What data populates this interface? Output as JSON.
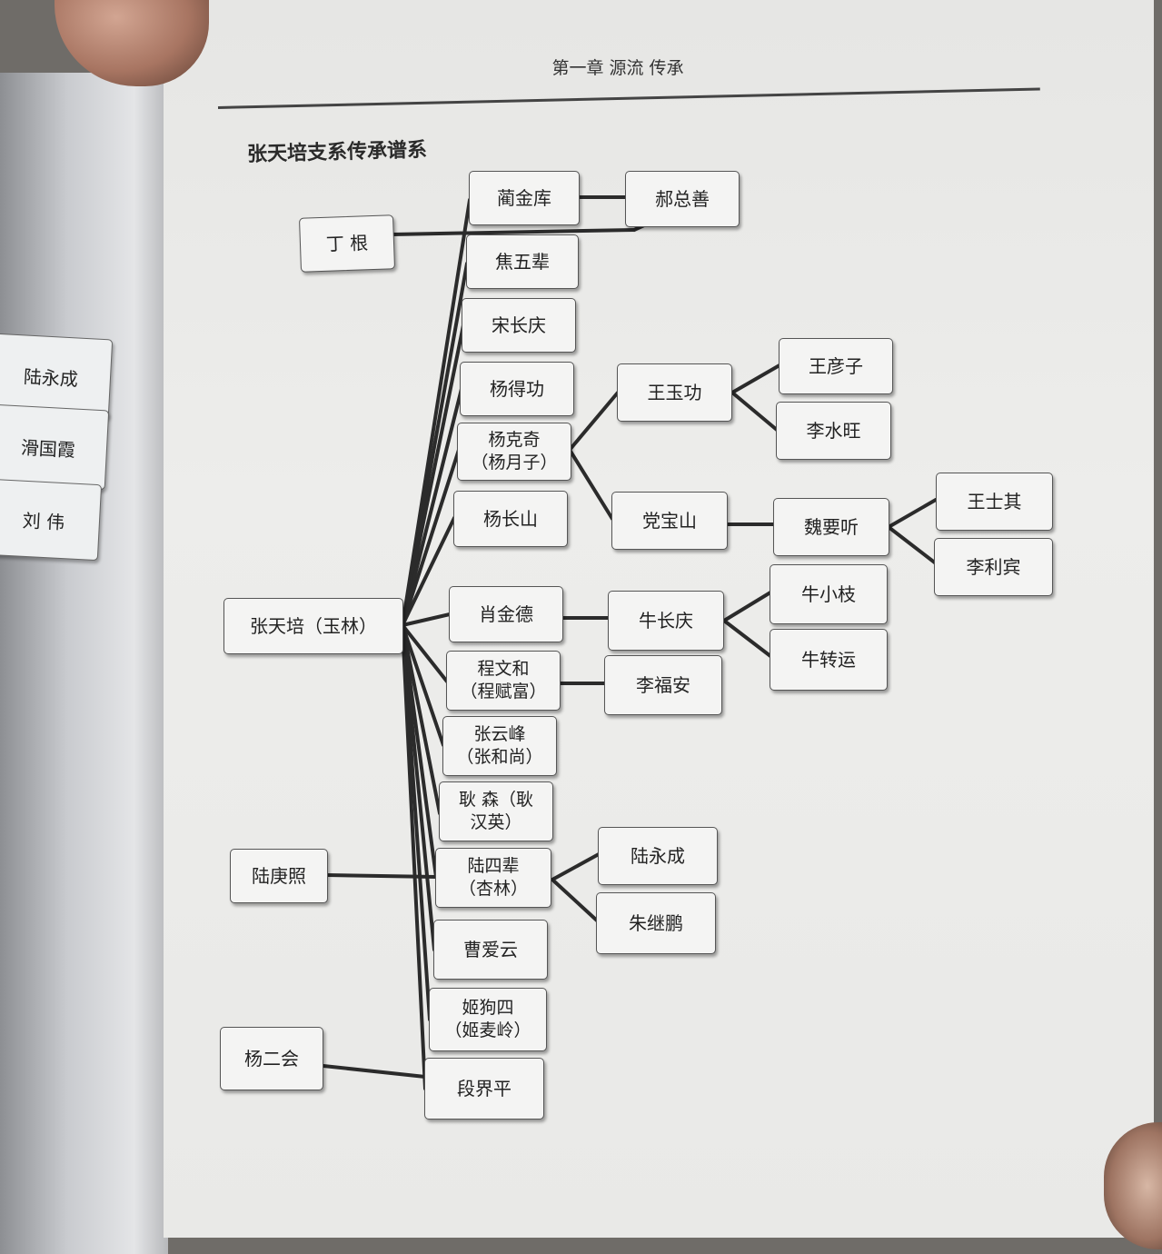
{
  "header": "第一章  源流  传承",
  "title": "张天培支系传承谱系",
  "side_names": [
    "陆永成",
    "滑国霞",
    "刘 伟"
  ],
  "nodes": {
    "n_root": "张天培（玉林）",
    "n_dinggen": "丁 根",
    "n_lugengzhao": "陆庚照",
    "n_yangerhui": "杨二会",
    "n_linjinku": "蔺金库",
    "n_jiaowubei": "焦五辈",
    "n_songchangqing": "宋长庆",
    "n_yangdegong": "杨得功",
    "n_yangkeqi": "杨克奇\n（杨月子）",
    "n_yangchangshan": "杨长山",
    "n_xiaojinde": "肖金德",
    "n_chengwenhe": "程文和\n（程赋富）",
    "n_zhangyunfeng": "张云峰\n（张和尚）",
    "n_gengsen": "耿 森（耿\n汉英）",
    "n_lusibei": "陆四辈\n（杏林）",
    "n_caoaiyun": "曹爱云",
    "n_jigousi": "姬狗四\n（姬麦岭）",
    "n_duanjieping": "段界平",
    "n_haozongshan": "郝总善",
    "n_wangyugong": "王玉功",
    "n_dangbaoshan": "党宝山",
    "n_niuchangqing": "牛长庆",
    "n_lifuan": "李福安",
    "n_luyongcheng": "陆永成",
    "n_zhujipeng": "朱继鹏",
    "n_wangyanzi": "王彦子",
    "n_lishuiwang": "李水旺",
    "n_weiyaoting": "魏要听",
    "n_niuxiaozhi": "牛小枝",
    "n_niuzhuanyun": "牛转运",
    "n_wangshiqi": "王士其",
    "n_liliben": "李利宾"
  }
}
